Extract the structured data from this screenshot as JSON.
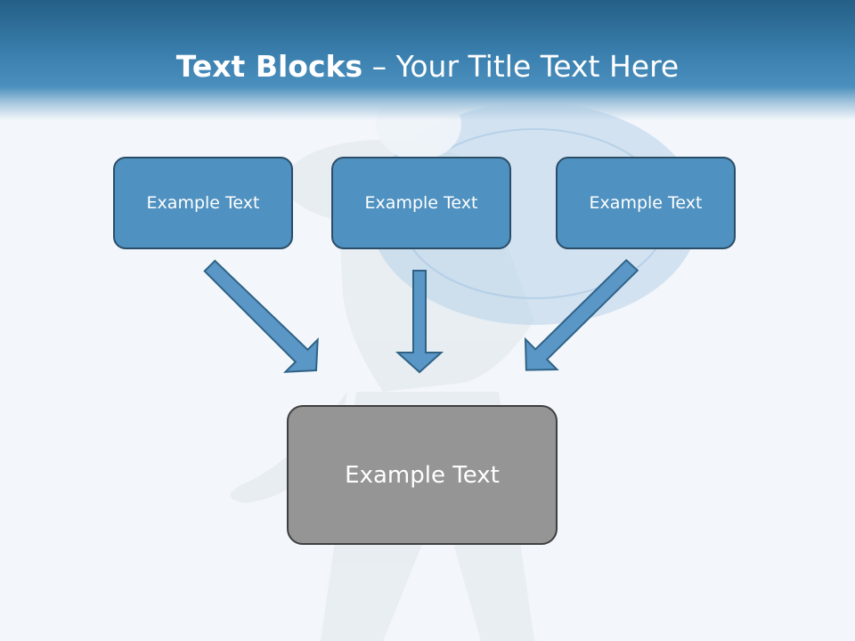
{
  "slide": {
    "title_bold": "Text Blocks",
    "title_rest": " – Your Title Text Here"
  },
  "boxes": {
    "top": [
      "Example Text",
      "Example Text",
      "Example Text"
    ],
    "bottom": "Example Text"
  },
  "colors": {
    "header": "#3a7fae",
    "top_box_fill": "#4f91c0",
    "top_box_border": "#2b4d68",
    "bottom_box_fill": "#959595",
    "arrow_fill": "#5b97c6"
  }
}
